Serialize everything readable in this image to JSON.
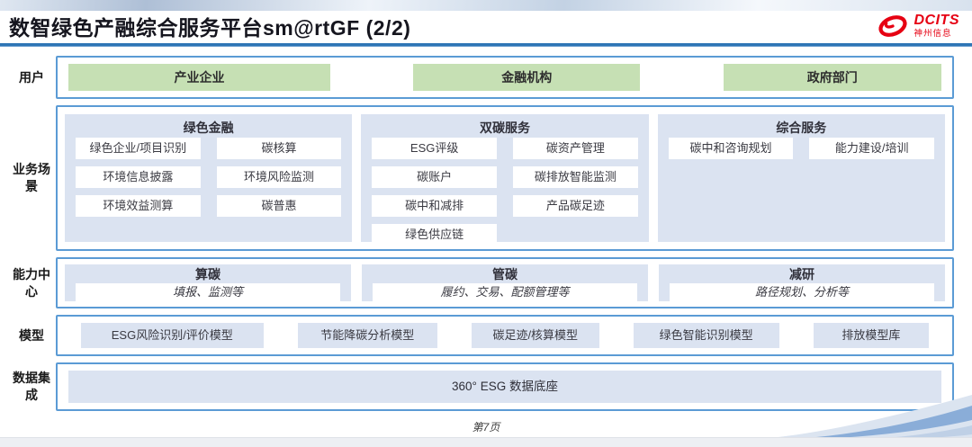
{
  "header": {
    "title": "数智绿色产融综合服务平台sm@rtGF (2/2)",
    "logo": {
      "brand": "DCITS",
      "subtitle": "神州信息",
      "color": "#e60012"
    }
  },
  "rows": {
    "users": {
      "label": "用户",
      "items": [
        "产业企业",
        "金融机构",
        "政府部门"
      ]
    },
    "scenarios": {
      "label": "业务场景",
      "panels": [
        {
          "title": "绿色金融",
          "items": [
            "绿色企业/项目识别",
            "碳核算",
            "环境信息披露",
            "环境风险监测",
            "环境效益测算",
            "碳普惠"
          ]
        },
        {
          "title": "双碳服务",
          "items": [
            "ESG评级",
            "碳资产管理",
            "碳账户",
            "碳排放智能监测",
            "碳中和减排",
            "产品碳足迹",
            "绿色供应链"
          ]
        },
        {
          "title": "综合服务",
          "items": [
            "碳中和咨询规划",
            "能力建设/培训"
          ]
        }
      ]
    },
    "capabilities": {
      "label": "能力中心",
      "panels": [
        {
          "title": "算碳",
          "desc": "填报、监测等"
        },
        {
          "title": "管碳",
          "desc": "履约、交易、配额管理等"
        },
        {
          "title": "减研",
          "desc": "路径规划、分析等"
        }
      ]
    },
    "models": {
      "label": "模型",
      "items": [
        "ESG风险识别/评价模型",
        "节能降碳分析模型",
        "碳足迹/核算模型",
        "绿色智能识别模型",
        "排放模型库"
      ]
    },
    "data": {
      "label": "数据集成",
      "items": [
        "360° ESG 数据底座"
      ]
    }
  },
  "footer": {
    "page": "第7页"
  },
  "colors": {
    "section_border": "#5b9bd5",
    "panel_fill": "#dbe3f1",
    "user_fill": "#c6e0b4",
    "title_rule": "#2e75b6",
    "logo_red": "#e60012"
  }
}
